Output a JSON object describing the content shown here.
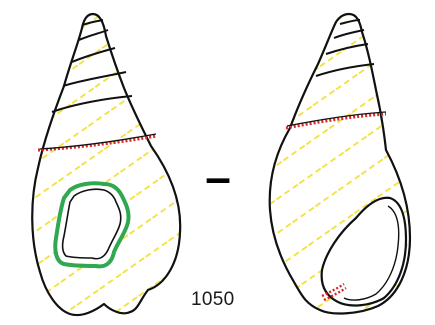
{
  "figure": {
    "separator": "–",
    "specimen_number": "1050"
  },
  "colors": {
    "outline": "#111111",
    "hatch": "#f2e033",
    "damage_red": "#d62828",
    "damage_green": "#2fa84f",
    "background": "#ffffff"
  },
  "views": [
    {
      "name": "apertural-back-view",
      "markings": [
        "red-dotted-band",
        "green-outlined-hole"
      ]
    },
    {
      "name": "apertural-front-view",
      "markings": [
        "red-dotted-band",
        "red-dotted-patch"
      ]
    }
  ]
}
